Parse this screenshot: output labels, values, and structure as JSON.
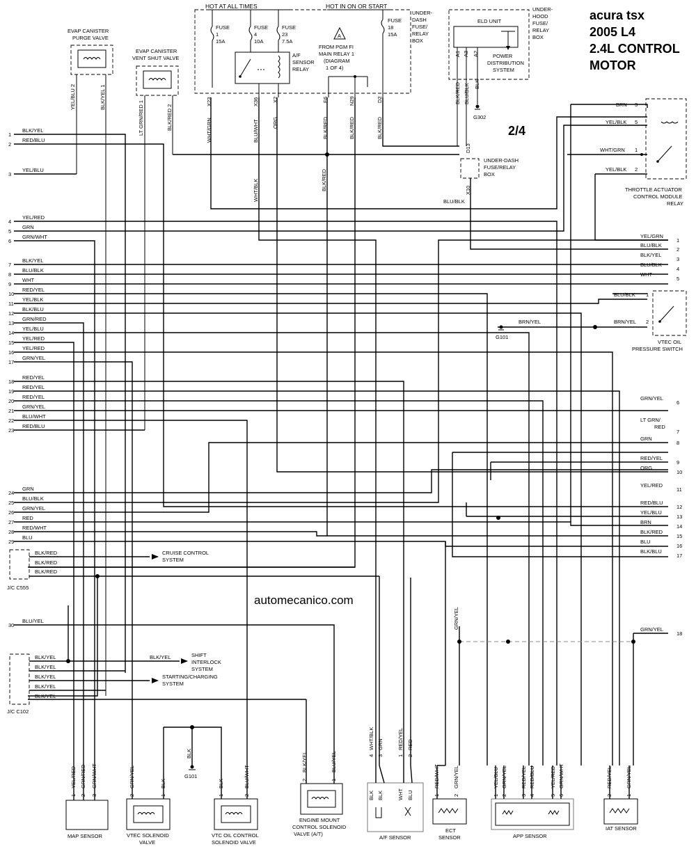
{
  "title": {
    "line1": "acura tsx",
    "line2": "2005 L4",
    "line3": "2.4L CONTROL",
    "line4": "MOTOR",
    "page": "2/4"
  },
  "watermark": "automecanico.com",
  "top": {
    "hot_all": "HOT AT ALL TIMES",
    "hot_on": "HOT IN ON OR START",
    "underdash_box": [
      "UNDER-",
      "DASH",
      "FUSE/",
      "RELAY",
      "BOX"
    ],
    "fuses": [
      {
        "name": "FUSE",
        "num": "1",
        "amp": "15A"
      },
      {
        "name": "FUSE",
        "num": "4",
        "amp": "10A"
      },
      {
        "name": "FUSE",
        "num": "23",
        "amp": "7.5A"
      },
      {
        "name": "FUSE",
        "num": "18",
        "amp": "15A"
      }
    ],
    "af_relay": [
      "A/F",
      "SENSOR",
      "RELAY"
    ],
    "pgm": [
      "FROM PGM FI",
      "MAIN RELAY 1",
      "(DIAGRAM",
      "1 OF 4)"
    ],
    "pgm_flag": "A",
    "eld": "ELD UNIT",
    "underhood_box": [
      "UNDER-",
      "HOOD",
      "FUSE/",
      "RELAY",
      "BOX"
    ],
    "power_dist": [
      "POWER",
      "DISTRIBUTION",
      "SYSTEM"
    ],
    "eld_pins": [
      "A1",
      "A3",
      "A2"
    ],
    "eld_wires": [
      "BLK/RED",
      "BLU/BLK",
      "BLK"
    ],
    "g302": "G302",
    "relay_pins": [
      "X23",
      "X36",
      "X2",
      "E6",
      "N29",
      "D2"
    ],
    "relay_wires": [
      "WHT/GRN",
      "BLU/WHT",
      "ORG",
      "BLK/RED",
      "BLK/RED",
      "BLK/RED"
    ],
    "d13": "D13",
    "x10": "X10",
    "underdash2": [
      "UNDER-DASH",
      "FUSE/RELAY",
      "BOX"
    ],
    "blu_blk": "BLU/BLK"
  },
  "evap_purge": {
    "label": [
      "EVAP CANISTER",
      "PURGE VALVE"
    ],
    "wires": [
      "YEL/BLU 2",
      "BLK/YEL 1"
    ]
  },
  "evap_vent": {
    "label": [
      "EVAP CANISTER",
      "VENT SHUT VALVE"
    ],
    "wires": [
      "LT GRN/RED 1",
      "BLK/RED 2"
    ]
  },
  "wht_blk": "WHT/BLK",
  "blk_red_mid": "BLK/RED",
  "left_pins": [
    {
      "n": "1",
      "c": "BLK/YEL"
    },
    {
      "n": "2",
      "c": "RED/BLU"
    },
    {
      "n": "3",
      "c": "YEL/BLU"
    },
    {
      "n": "4",
      "c": "YEL/RED"
    },
    {
      "n": "5",
      "c": "GRN"
    },
    {
      "n": "6",
      "c": "GRN/WHT"
    },
    {
      "n": "7",
      "c": "BLK/YEL"
    },
    {
      "n": "8",
      "c": "BLU/BLK"
    },
    {
      "n": "9",
      "c": "WHT"
    },
    {
      "n": "10",
      "c": "RED/YEL"
    },
    {
      "n": "11",
      "c": "YEL/BLK"
    },
    {
      "n": "12",
      "c": "BLK/BLU"
    },
    {
      "n": "13",
      "c": "GRN/RED"
    },
    {
      "n": "14",
      "c": "YEL/BLU"
    },
    {
      "n": "15",
      "c": "YEL/RED"
    },
    {
      "n": "16",
      "c": "YEL/RED"
    },
    {
      "n": "17",
      "c": "GRN/YEL"
    },
    {
      "n": "18",
      "c": "RED/YEL"
    },
    {
      "n": "19",
      "c": "RED/YEL"
    },
    {
      "n": "20",
      "c": "RED/YEL"
    },
    {
      "n": "21",
      "c": "GRN/YEL"
    },
    {
      "n": "22",
      "c": "BLU/WHT"
    },
    {
      "n": "23",
      "c": "RED/BLU"
    },
    {
      "n": "24",
      "c": "GRN"
    },
    {
      "n": "25",
      "c": "BLU/BLK"
    },
    {
      "n": "26",
      "c": "GRN/YEL"
    },
    {
      "n": "27",
      "c": "RED"
    },
    {
      "n": "28",
      "c": "RED/WHT"
    },
    {
      "n": "29",
      "c": "BLU"
    },
    {
      "n": "30",
      "c": "BLU/YEL"
    }
  ],
  "right_pins_top": [
    {
      "n": "1",
      "c": "YEL/GRN"
    },
    {
      "n": "2",
      "c": "BLU/BLK"
    },
    {
      "n": "3",
      "c": "BLK/YEL"
    },
    {
      "n": "4",
      "c": "BLU/BLK"
    },
    {
      "n": "5",
      "c": "WHT"
    }
  ],
  "right_pins_bottom": [
    {
      "n": "6",
      "c": "GRN/YEL"
    },
    {
      "n": "7",
      "c": "LT GRN/",
      "c2": "RED"
    },
    {
      "n": "8",
      "c": "GRN"
    },
    {
      "n": "9",
      "c": "RED/YEL"
    },
    {
      "n": "10",
      "c": "ORG"
    },
    {
      "n": "11",
      "c": "YEL/RED"
    },
    {
      "n": "12",
      "c": "RED/BLU"
    },
    {
      "n": "13",
      "c": "YEL/BLU"
    },
    {
      "n": "14",
      "c": "BRN"
    },
    {
      "n": "15",
      "c": "BLK/RED"
    },
    {
      "n": "16",
      "c": "BLU"
    },
    {
      "n": "17",
      "c": "BLK/BLU"
    },
    {
      "n": "18",
      "c": "GRN/YEL"
    }
  ],
  "throttle": {
    "label": [
      "THROTTLE ACTUATOR",
      "CONTROL MODULE",
      "RELAY"
    ],
    "pins": [
      {
        "c": "BRN",
        "n": "3"
      },
      {
        "c": "YEL/BLK",
        "n": "5"
      },
      {
        "c": "WHT/GRN",
        "n": "1"
      },
      {
        "c": "YEL/BLK",
        "n": "2"
      }
    ]
  },
  "vtec_oil": {
    "label": [
      "VTEC OIL",
      "PRESSURE SWITCH"
    ],
    "pins": [
      {
        "c": "BLU/BLK",
        "n": "1"
      },
      {
        "c": "BRN/YEL",
        "n": "2"
      }
    ],
    "ground": "G101",
    "ground_wire": "BRN/YEL"
  },
  "jc555": {
    "label": "J/C C555",
    "wires": [
      "BLK/RED",
      "BLK/RED",
      "BLK/RED"
    ],
    "cruise": [
      "CRUISE CONTROL",
      "SYSTEM"
    ]
  },
  "jc102": {
    "label": "J/C C102",
    "wires": [
      "BLK/YEL",
      "BLK/YEL",
      "BLK/YEL",
      "BLK/YEL",
      "BLK/YEL"
    ],
    "shift": [
      "SHIFT",
      "INTERLOCK",
      "SYSTEM"
    ],
    "start": [
      "STARTING/CHARGING",
      "SYSTEM"
    ]
  },
  "map_sensor": {
    "label": "MAP SENSOR",
    "pins": [
      {
        "n": "1",
        "c": "YEL/RED"
      },
      {
        "n": "2",
        "c": "GRN/RED"
      },
      {
        "n": "3",
        "c": "GRN/WHT"
      }
    ]
  },
  "vtec_sol": {
    "label": [
      "VTEC SOLENOID",
      "VALVE"
    ],
    "pins": [
      {
        "n": "2",
        "c": "GRN/YEL"
      },
      {
        "n": "1",
        "c": "BLK"
      }
    ]
  },
  "g101_bottom": {
    "label": "G101",
    "wire": "BLK"
  },
  "vtc_sol": {
    "label": [
      "VTC OIL CONTROL",
      "SOLENOID VALVE"
    ],
    "pins": [
      {
        "n": "1",
        "c": "BLK"
      },
      {
        "n": "2",
        "c": "BLU/WHT"
      }
    ]
  },
  "engine_mount": {
    "label": [
      "ENGINE MOUNT",
      "CONTROL SOLENOID",
      "VALVE      (A/T)"
    ],
    "pins": [
      {
        "n": "2",
        "c": "BLK/YEL"
      },
      {
        "n": "1",
        "c": "BLU/YEL"
      }
    ]
  },
  "af_sensor": {
    "label": "A/F SENSOR",
    "pins": [
      {
        "n": "4",
        "c": "WHT/BLK"
      },
      {
        "n": "3",
        "c": "GRN"
      },
      {
        "n": "1",
        "c": "RED/YEL"
      },
      {
        "n": "2",
        "c": "RED"
      }
    ],
    "inner": [
      "BLK",
      "BLK",
      "WHT",
      "BLU"
    ]
  },
  "ect_sensor": {
    "label": [
      "ECT",
      "SENSOR"
    ],
    "pins": [
      {
        "n": "1",
        "c": "RED/WHT"
      },
      {
        "n": "2",
        "c": "GRN/YEL"
      }
    ],
    "top_wire": "GRN/YEL"
  },
  "app_sensor": {
    "label": "APP SENSOR",
    "pins": [
      {
        "n": "1",
        "c": "YEL/BLU"
      },
      {
        "n": "2",
        "c": "GRN/YEL"
      },
      {
        "n": "3",
        "c": "RED/YEL"
      },
      {
        "n": "4",
        "c": "RED/BLU"
      },
      {
        "n": "5",
        "c": "YEL/RED"
      },
      {
        "n": "6",
        "c": "GRN/WHT"
      }
    ]
  },
  "iat_sensor": {
    "label": "IAT SENSOR",
    "pins": [
      {
        "n": "2",
        "c": "RED/YEL"
      },
      {
        "n": "1",
        "c": "GRN/YEL"
      }
    ]
  }
}
